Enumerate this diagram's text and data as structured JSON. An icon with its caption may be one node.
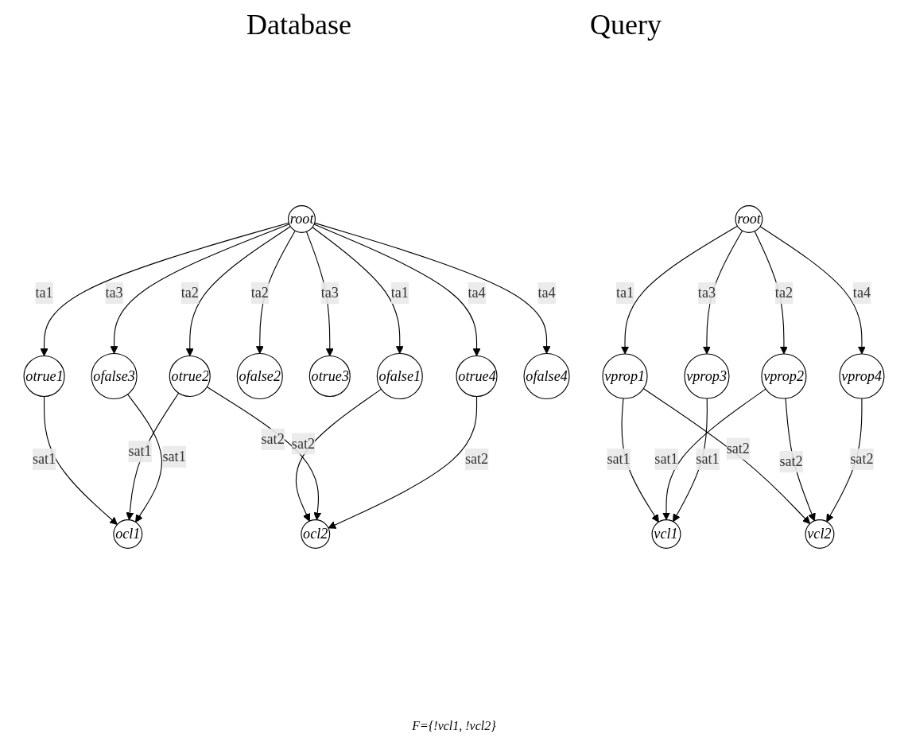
{
  "diagram": {
    "caption": "F={!vcl1, !vcl2}",
    "nodes": [
      {
        "text": [
          "root"
        ]
      },
      {
        "text": [
          "otrue1"
        ]
      },
      {
        "text": [
          "ofalse1"
        ]
      },
      {
        "text": [
          "otrue2"
        ]
      },
      {
        "text": [
          "ofalse2"
        ]
      },
      {
        "text": [
          "otrue3"
        ]
      },
      {
        "text": [
          "ofalse3"
        ]
      },
      {
        "text": [
          "otrue4"
        ]
      },
      {
        "text": [
          "ofalse4"
        ]
      },
      {
        "text": [
          "ocl1"
        ]
      },
      {
        "text": [
          "ocl2"
        ]
      },
      {
        "text": [
          "root"
        ]
      },
      {
        "text": [
          "vprop1"
        ]
      },
      {
        "text": [
          "vprop2"
        ]
      },
      {
        "text": [
          "vprop3"
        ]
      },
      {
        "text": [
          "vprop4"
        ]
      },
      {
        "text": [
          "vcl1"
        ]
      },
      {
        "text": [
          "vcl2"
        ]
      }
    ],
    "edges": [
      {
        "from": 0,
        "to": 1,
        "arrow": "to",
        "label": "ta1"
      },
      {
        "from": 0,
        "to": 2,
        "arrow": "to",
        "label": "ta1"
      },
      {
        "from": 0,
        "to": 3,
        "arrow": "to",
        "label": "ta2"
      },
      {
        "from": 0,
        "to": 4,
        "arrow": "to",
        "label": "ta2"
      },
      {
        "from": 0,
        "to": 5,
        "arrow": "to",
        "label": "ta3"
      },
      {
        "from": 0,
        "to": 6,
        "arrow": "to",
        "label": "ta3"
      },
      {
        "from": 0,
        "to": 7,
        "arrow": "to",
        "label": "ta4"
      },
      {
        "from": 0,
        "to": 8,
        "arrow": "to",
        "label": "ta4"
      },
      {
        "from": 1,
        "to": 9,
        "arrow": "to",
        "label": "sat1"
      },
      {
        "from": 3,
        "to": 9,
        "arrow": "to",
        "label": "sat1"
      },
      {
        "from": 6,
        "to": 9,
        "arrow": "to",
        "label": "sat1"
      },
      {
        "from": 2,
        "to": 10,
        "arrow": "to",
        "label": "sat2"
      },
      {
        "from": 3,
        "to": 10,
        "arrow": "to",
        "label": "sat2"
      },
      {
        "from": 7,
        "to": 10,
        "arrow": "to",
        "label": "sat2"
      },
      {
        "from": 11,
        "to": 12,
        "arrow": "to",
        "label": "ta1"
      },
      {
        "from": 11,
        "to": 13,
        "arrow": "to",
        "label": "ta2"
      },
      {
        "from": 11,
        "to": 14,
        "arrow": "to",
        "label": "ta3"
      },
      {
        "from": 11,
        "to": 15,
        "arrow": "to",
        "label": "ta4"
      },
      {
        "from": 12,
        "to": 16,
        "arrow": "to",
        "label": "sat1"
      },
      {
        "from": 13,
        "to": 16,
        "arrow": "to",
        "label": "sat1"
      },
      {
        "from": 14,
        "to": 16,
        "arrow": "to",
        "label": "sat1"
      },
      {
        "from": 12,
        "to": 17,
        "arrow": "to",
        "label": "sat2"
      },
      {
        "from": 13,
        "to": 17,
        "arrow": "to",
        "label": "sat2"
      },
      {
        "from": 15,
        "to": 17,
        "arrow": "to",
        "label": "sat2"
      }
    ],
    "labels": [
      "Database",
      "Query"
    ]
  }
}
